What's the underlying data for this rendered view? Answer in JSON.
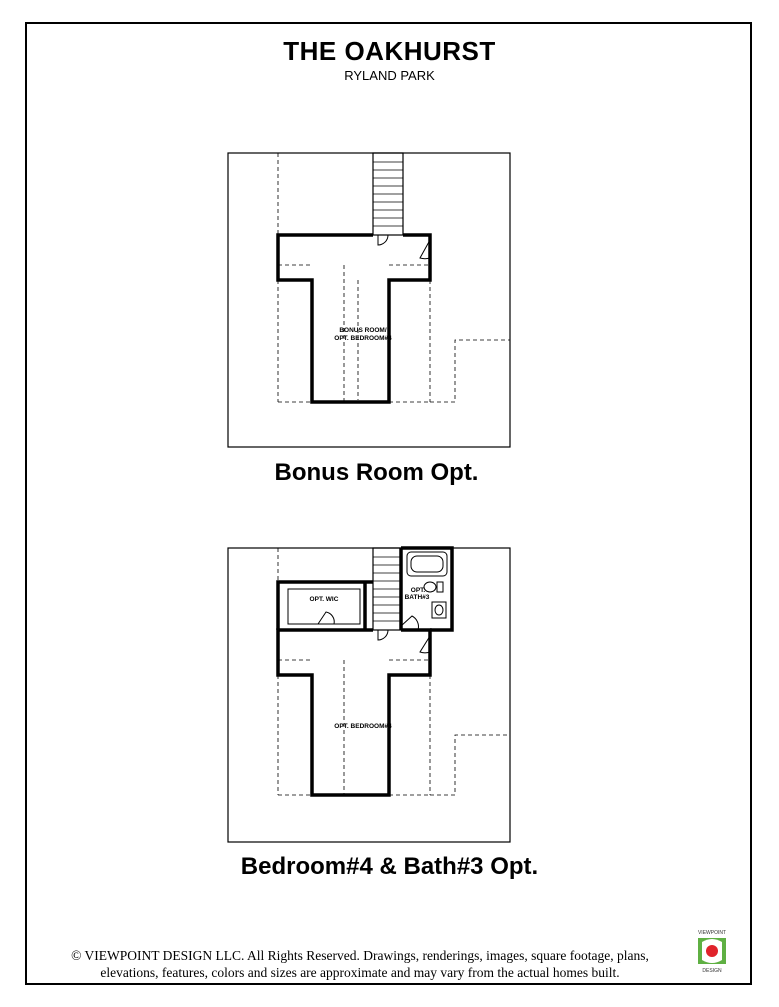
{
  "header": {
    "title": "THE OAKHURST",
    "subtitle": "RYLAND PARK"
  },
  "plans": [
    {
      "caption": "Bonus Room Opt.",
      "room_label_line1": "BONUS ROOM/",
      "room_label_line2": "OPT. BEDROOM#4"
    },
    {
      "caption": "Bedroom#4 & Bath#3 Opt.",
      "wic_label": "OPT. WIC",
      "bath_label_line1": "OPT.",
      "bath_label_line2": "BATH#3",
      "room_label": "OPT. BEDROOM#4"
    }
  ],
  "footer": {
    "line1": "© VIEWPOINT DESIGN LLC. All Rights Reserved. Drawings, renderings, images, square footage, plans,",
    "line2": "elevations, features, colors and sizes are approximate and may vary from the actual homes built."
  },
  "logo": {
    "top_text": "VIEWPOINT",
    "bottom_text": "DESIGN",
    "colors": {
      "green": "#5fb043",
      "red": "#e0232b"
    }
  }
}
